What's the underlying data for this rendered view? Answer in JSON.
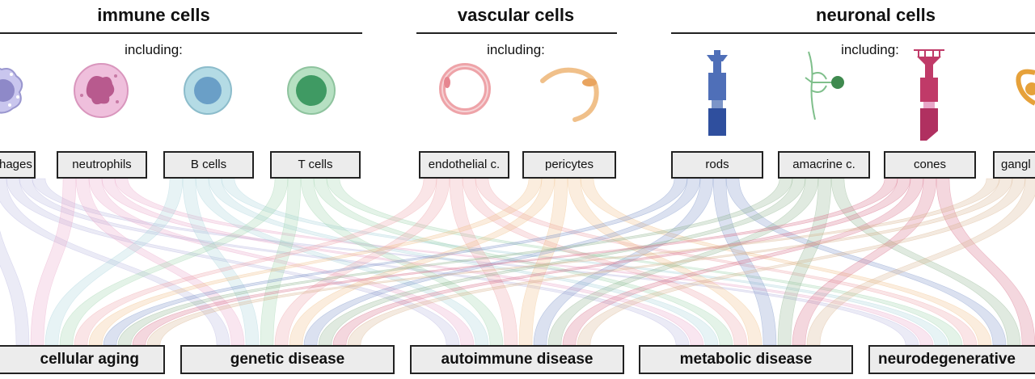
{
  "groups": [
    {
      "title": "immune cells",
      "subtitle": "including:"
    },
    {
      "title": "vascular cells",
      "subtitle": "including:"
    },
    {
      "title": "neuronal cells",
      "subtitle": "including:"
    }
  ],
  "cells": [
    {
      "label": "hages",
      "icon": "macrophage-icon",
      "color": "#b8b6e0"
    },
    {
      "label": "neutrophils",
      "icon": "neutrophil-icon",
      "color": "#e8a6c8"
    },
    {
      "label": "B cells",
      "icon": "b-cell-icon",
      "color": "#a9d3dc"
    },
    {
      "label": "T cells",
      "icon": "t-cell-icon",
      "color": "#9fd3ad"
    },
    {
      "label": "endothelial c.",
      "icon": "endothelial-cell-icon",
      "color": "#eea3a8"
    },
    {
      "label": "pericytes",
      "icon": "pericyte-icon",
      "color": "#f0c08a"
    },
    {
      "label": "rods",
      "icon": "rod-cell-icon",
      "color": "#7c95c8"
    },
    {
      "label": "amacrine c.",
      "icon": "amacrine-cell-icon",
      "color": "#8fb48f"
    },
    {
      "label": "cones",
      "icon": "cone-cell-icon",
      "color": "#d86f8a"
    },
    {
      "label": "gangl",
      "icon": "ganglion-cell-icon",
      "color": "#d9b48f"
    }
  ],
  "diseases": [
    {
      "label": "cellular aging"
    },
    {
      "label": "genetic disease"
    },
    {
      "label": "autoimmune disease"
    },
    {
      "label": "metabolic disease"
    },
    {
      "label": "neurodegenerative"
    }
  ]
}
